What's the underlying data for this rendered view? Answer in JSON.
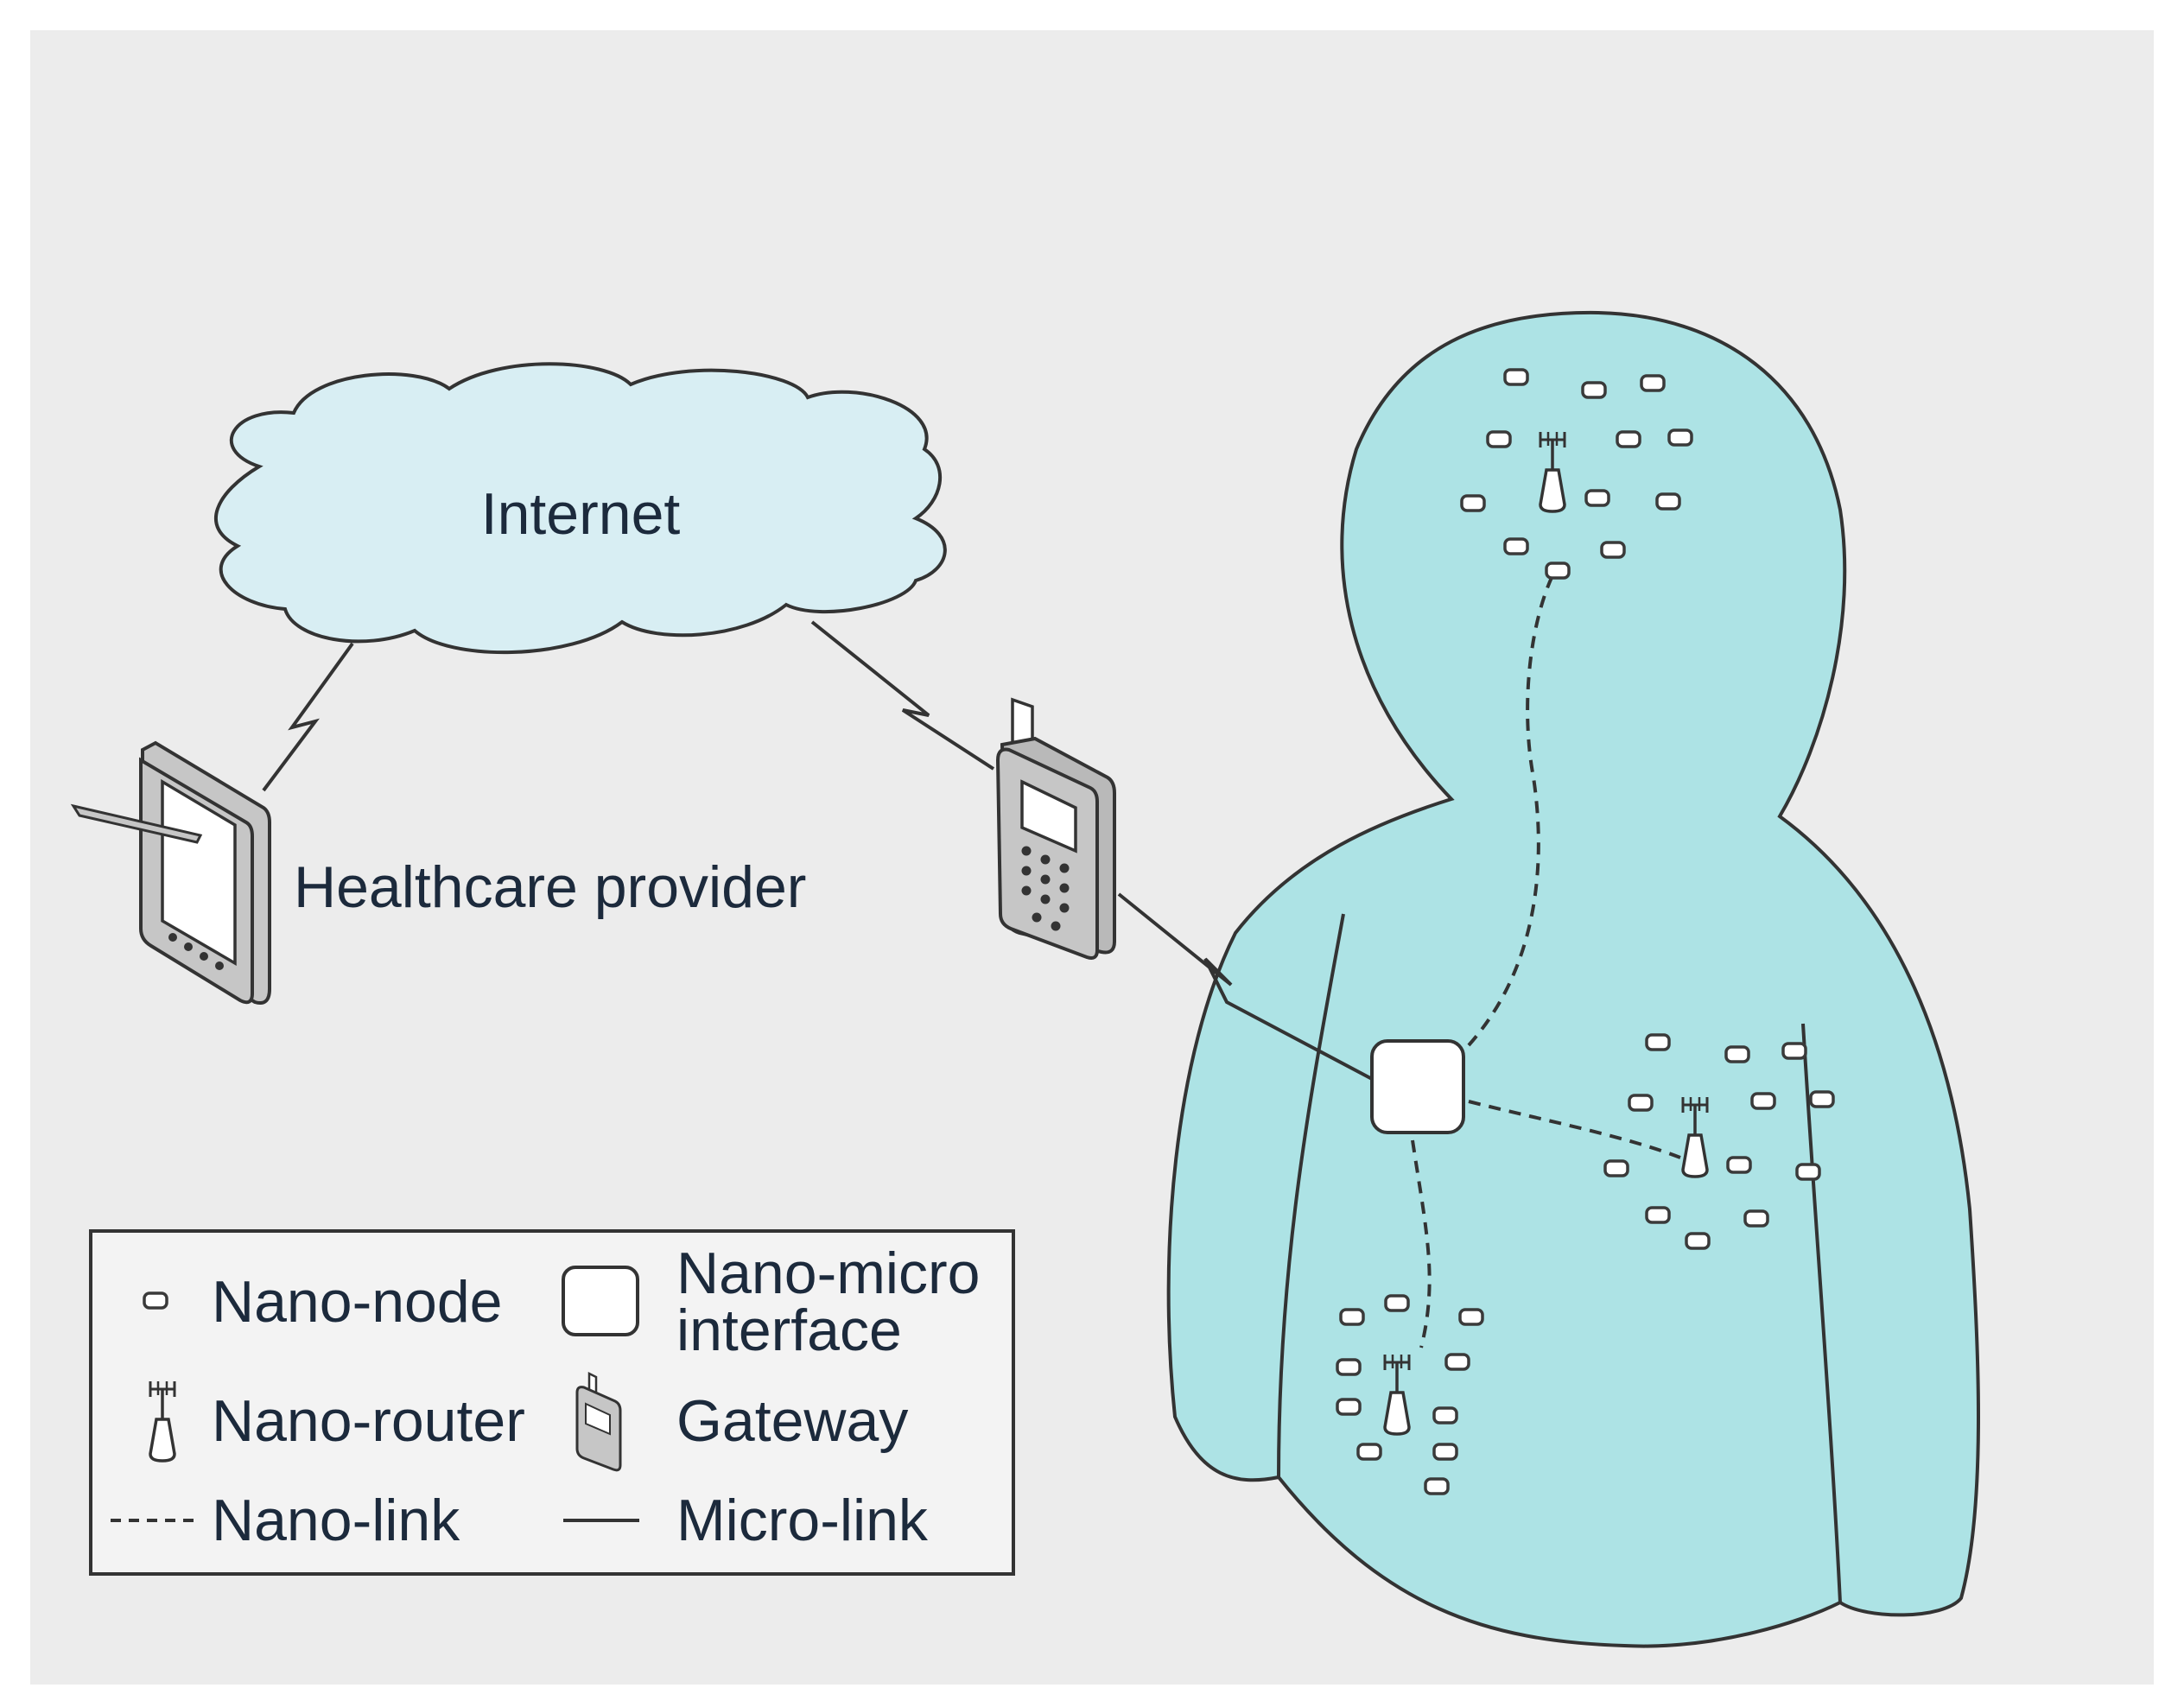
{
  "diagram": {
    "cloud_label": "Internet",
    "provider_label": "Healthcare provider",
    "legend": {
      "nano_node": "Nano-node",
      "nano_micro_interface_line1": "Nano-micro",
      "nano_micro_interface_line2": "interface",
      "nano_router": "Nano-router",
      "gateway": "Gateway",
      "nano_link": "Nano-link",
      "micro_link": "Micro-link"
    },
    "colors": {
      "background": "#ececec",
      "cloud_fill": "#d8eef3",
      "body_fill": "#ade3e5",
      "device_fill": "#c6c6c6",
      "outline": "#333333"
    },
    "icons": [
      "tablet-icon",
      "phone-icon",
      "nano-router-icon",
      "nano-node-icon",
      "nano-micro-interface-icon"
    ]
  }
}
